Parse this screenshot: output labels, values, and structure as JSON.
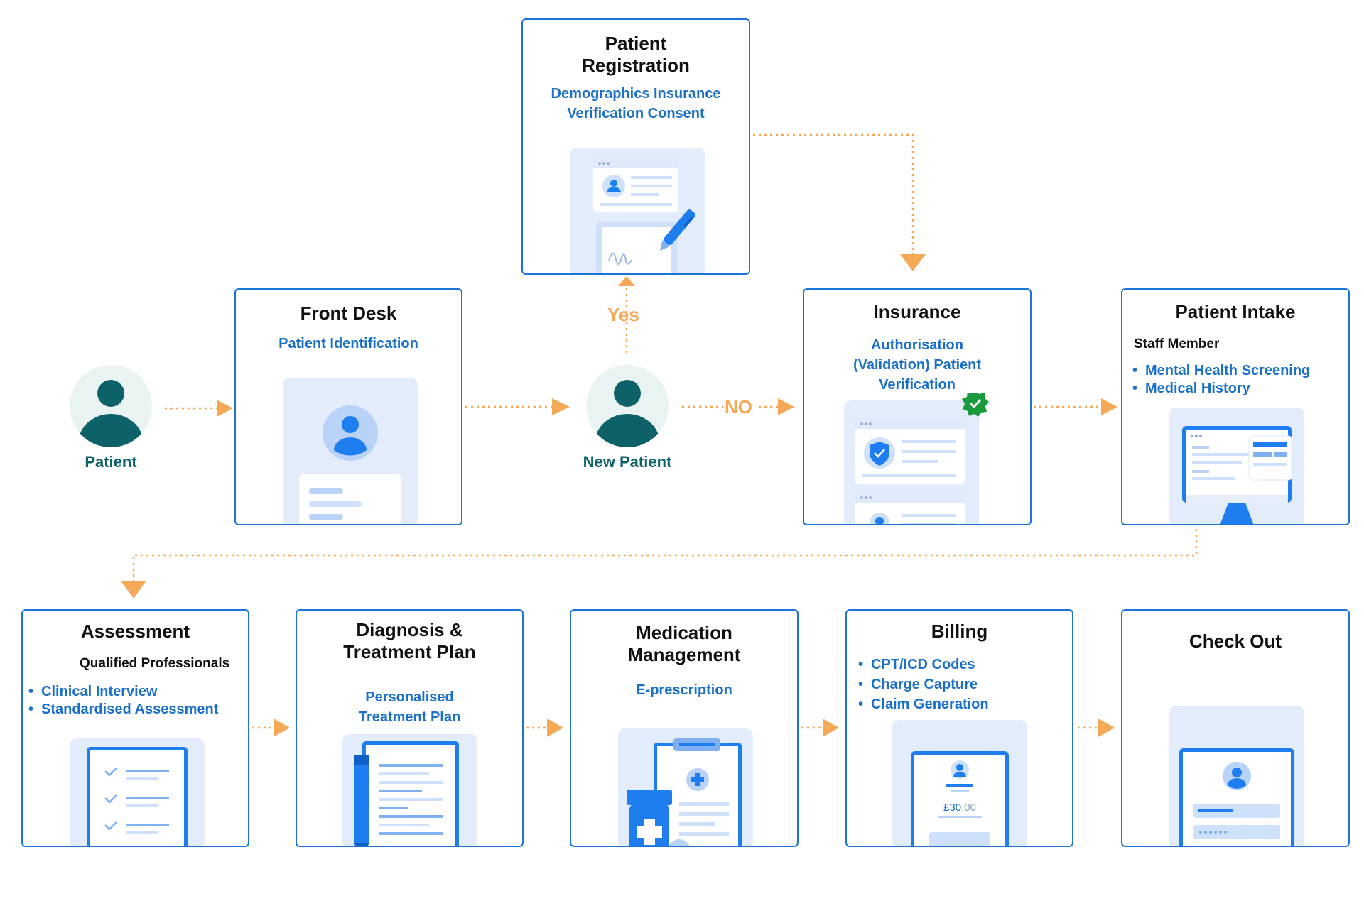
{
  "actors": {
    "patient": "Patient",
    "new_patient": "New Patient"
  },
  "edges": {
    "yes": "Yes",
    "no": "NO"
  },
  "nodes": {
    "registration": {
      "title": "Patient Registration",
      "subtitle": "Demographics Insurance Verification Consent"
    },
    "front_desk": {
      "title": "Front Desk",
      "subtitle": "Patient Identification"
    },
    "insurance": {
      "title": "Insurance",
      "subtitle": "Authorisation (Validation) Patient Verification"
    },
    "intake": {
      "title": "Patient Intake",
      "staff": "Staff Member",
      "items": [
        "Mental Health Screening",
        "Medical History"
      ]
    },
    "assessment": {
      "title": "Assessment",
      "staff": "Qualified Professionals",
      "items": [
        "Clinical Interview",
        "Standardised Assessment"
      ]
    },
    "diagnosis": {
      "title": "Diagnosis & Treatment Plan",
      "subtitle": "Personalised Treatment Plan"
    },
    "medication": {
      "title": "Medication Management",
      "subtitle": "E-prescription"
    },
    "billing": {
      "title": "Billing",
      "items": [
        "CPT/ICD Codes",
        "Charge Capture",
        "Claim Generation"
      ],
      "amount_main": "£30",
      "amount_cents": ".00"
    },
    "checkout": {
      "title": "Check Out"
    }
  },
  "colors": {
    "box_border": "#1b74d8",
    "accent_text": "#1a6fc9",
    "arrow": "#f5a956",
    "avatar_dark": "#0d6168",
    "avatar_bg": "#e9f3f1"
  }
}
